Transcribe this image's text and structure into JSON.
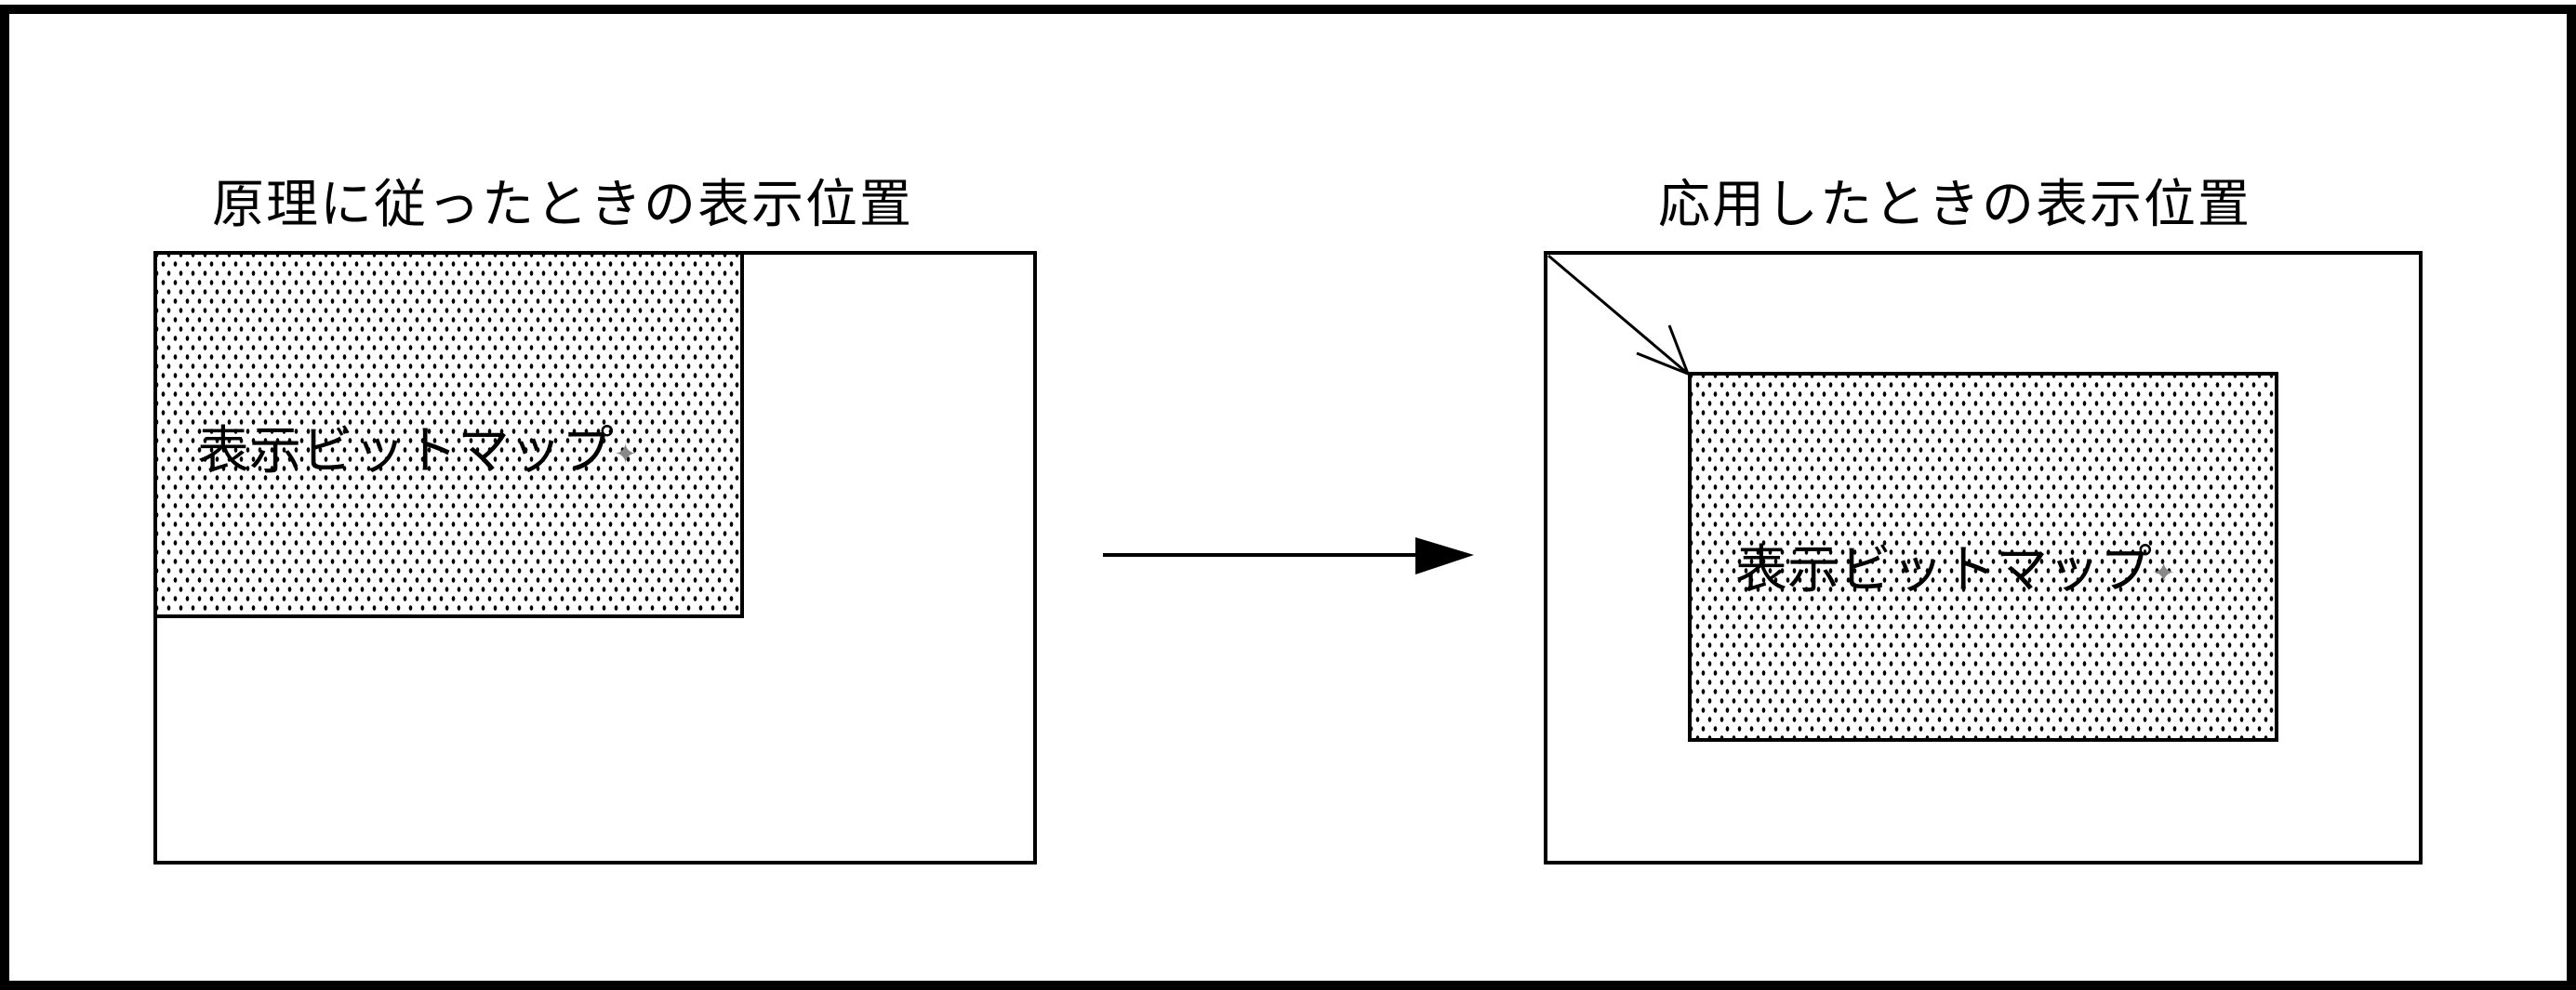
{
  "left_panel": {
    "title": "原理に従ったときの表示位置",
    "bitmap_label": "表示ビットマップ"
  },
  "right_panel": {
    "title": "応用したときの表示位置",
    "bitmap_label": "表示ビットマップ"
  },
  "paragraph_mark": "✦",
  "colors": {
    "line": "#000000",
    "mark": "#888888"
  }
}
